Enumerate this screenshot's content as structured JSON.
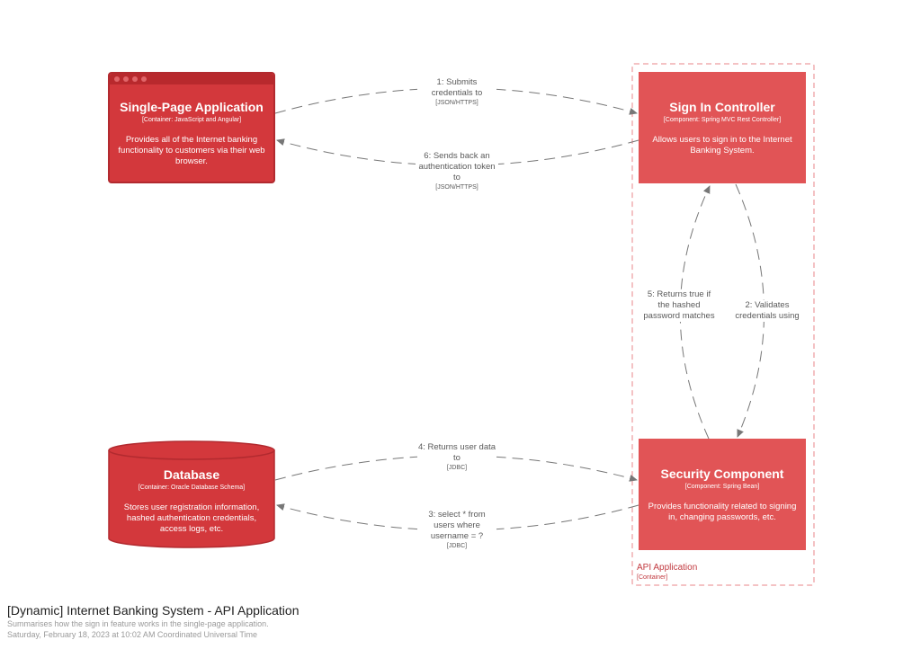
{
  "colors": {
    "container": "#d3383c",
    "component": "#e15456",
    "boundary": "#e8868a",
    "arrow": "#777777"
  },
  "elements": {
    "spa": {
      "name": "Single-Page Application",
      "technology": "[Container: JavaScript and Angular]",
      "description": "Provides all of the Internet banking functionality to customers via their web browser."
    },
    "signin": {
      "name": "Sign In Controller",
      "technology": "[Component: Spring MVC Rest Controller]",
      "description": "Allows users to sign in to the Internet Banking System."
    },
    "security": {
      "name": "Security Component",
      "technology": "[Component: Spring Bean]",
      "description": "Provides functionality related to signing in, changing passwords, etc."
    },
    "database": {
      "name": "Database",
      "technology": "[Container: Oracle Database Schema]",
      "description": "Stores user registration information, hashed authentication credentials, access logs, etc."
    }
  },
  "boundary": {
    "name": "API Application",
    "type": "[Container]"
  },
  "relationships": [
    {
      "id": "r1",
      "label": "1: Submits credentials to",
      "technology": "[JSON/HTTPS]"
    },
    {
      "id": "r2",
      "label": "2: Validates credentials using",
      "technology": ""
    },
    {
      "id": "r3",
      "label": "3: select * from users where username = ?",
      "technology": "[JDBC]"
    },
    {
      "id": "r4",
      "label": "4: Returns user data to",
      "technology": "[JDBC]"
    },
    {
      "id": "r5",
      "label": "5: Returns true if the hashed password matches",
      "technology": ""
    },
    {
      "id": "r6",
      "label": "6: Sends back an authentication token to",
      "technology": "[JSON/HTTPS]"
    }
  ],
  "footer": {
    "title": "[Dynamic] Internet Banking System - API Application",
    "description": "Summarises how the sign in feature works in the single-page application.",
    "timestamp": "Saturday, February 18, 2023 at 10:02 AM Coordinated Universal Time"
  }
}
